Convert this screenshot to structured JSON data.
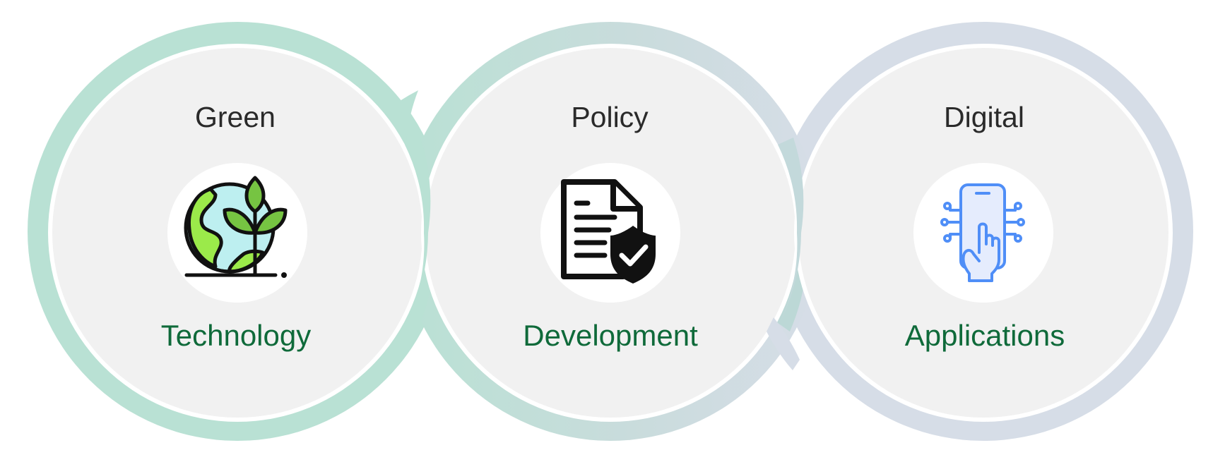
{
  "diagram": {
    "items": [
      {
        "title": "Green",
        "subtitle": "Technology",
        "icon": "earth-plant-icon",
        "ring_color": "#b9e1d4"
      },
      {
        "title": "Policy",
        "subtitle": "Development",
        "icon": "document-shield-icon",
        "ring_color": "#b9e1d4"
      },
      {
        "title": "Digital",
        "subtitle": "Applications",
        "icon": "smartphone-tap-icon",
        "ring_color": "#d6dde7"
      }
    ],
    "colors": {
      "title_text": "#2a2a2a",
      "subtitle_text": "#0f6a3a",
      "inner_fill": "#f1f1f1",
      "ring_green": "#b9e1d4",
      "ring_blue_gray": "#d6dde7",
      "icon_blue": "#4f8ef7",
      "earth_green": "#9bea4a",
      "earth_blue": "#bdeff0"
    }
  }
}
